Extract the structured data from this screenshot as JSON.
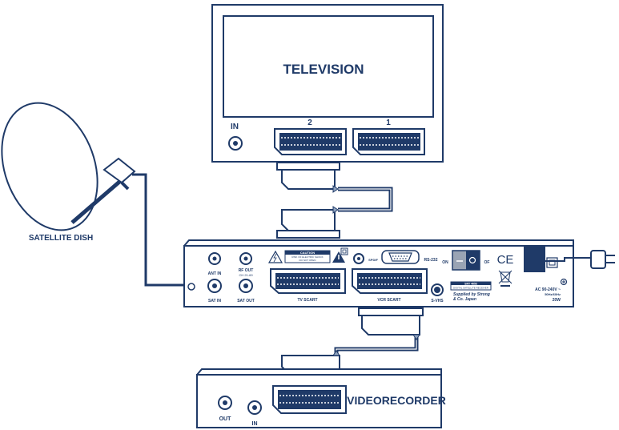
{
  "colors": {
    "ink": "#1f3a68",
    "cable": "#1f3a68",
    "connector": "#8fa3bf",
    "switch_bg": "#9aa4b4",
    "white": "#ffffff"
  },
  "television": {
    "title": "TELEVISION",
    "in_label": "IN",
    "scart_2_label": "2",
    "scart_1_label": "1"
  },
  "satellite": {
    "label": "SATELLITE DISH"
  },
  "receiver": {
    "ant_in": "ANT IN",
    "rf_out": "RF OUT",
    "rf_out_sub": "CH 21-69",
    "sat_in": "SAT IN",
    "sat_out": "SAT OUT",
    "caution_title": "CAUTION",
    "caution_line1": "RISK OF ELECTRIC SHOCK",
    "caution_line2": "DO NOT OPEN",
    "tv_scart": "TV SCART",
    "vcr_scart": "VCR SCART",
    "spdif": "SPDIF",
    "rs232": "RS-232",
    "svhs": "S-VHS",
    "on": "ON",
    "off": "OF",
    "ce": "CE",
    "model_line1": "SRT 4653",
    "model_line2": "DIGITAL SATELLITE RECEIVER",
    "supplied_line1": "Supplied by Strong",
    "supplied_line2": "& Co. Japan",
    "power_line1": "AC  90-240V ~",
    "power_line2": "50Hz/60Hz",
    "power_line3": "20W"
  },
  "vcr": {
    "title": "VIDEORECORDER",
    "out_label": "OUT",
    "in_label": "IN"
  }
}
